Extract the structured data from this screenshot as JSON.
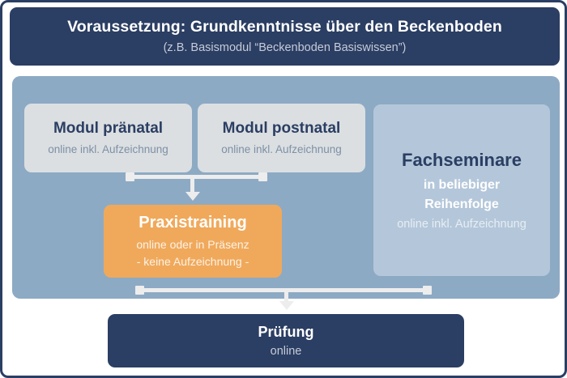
{
  "diagram": {
    "header": {
      "title": "Voraussetzung: Grundkenntnisse über den Beckenboden",
      "subtitle": "(z.B. Basismodul “Beckenboden Basiswissen”)"
    },
    "modules": [
      {
        "title": "Modul pränatal",
        "subtitle": "online inkl. Aufzeichnung"
      },
      {
        "title": "Modul postnatal",
        "subtitle": "online inkl. Aufzeichnung"
      }
    ],
    "fachseminare": {
      "title": "Fachseminare",
      "line1": "in beliebiger",
      "line2": "Reihenfolge",
      "subtitle": "online inkl. Aufzeichnung"
    },
    "praxistraining": {
      "title": "Praxistraining",
      "subtitle1": "online oder in Präsenz",
      "subtitle2": "- keine Aufzeichnung -"
    },
    "pruefung": {
      "title": "Prüfung",
      "subtitle": "online"
    },
    "colors": {
      "navy": "#2B3E63",
      "panel_blue": "#8DAAC4",
      "module_grey": "#DBDFE1",
      "fach_blue": "#B4C7DA",
      "orange": "#F0A95B",
      "connector": "#EDEDED",
      "module_subtitle": "#7E8FA6",
      "white": "#FFFFFF"
    }
  }
}
